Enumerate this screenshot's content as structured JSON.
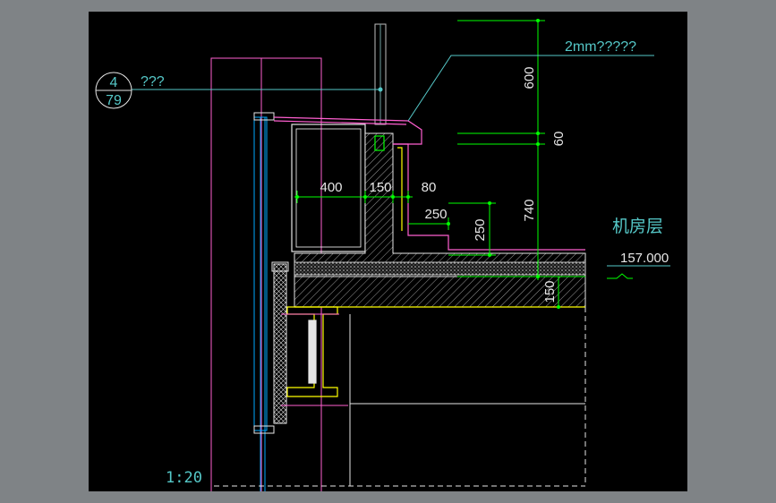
{
  "scale_label": "1:20",
  "detail_callout": {
    "number": "4",
    "sheet": "79",
    "label": "???"
  },
  "membrane_note": "2mm?????",
  "floor_name": "机房层",
  "elevation": "157.000",
  "dimensions": {
    "d600": "600",
    "d60": "60",
    "d740": "740",
    "d400": "400",
    "d150a": "150",
    "d80": "80",
    "d250a": "250",
    "d250b": "250",
    "d150b": "150"
  },
  "colors": {
    "background": "#000000",
    "frame": "#7f8386",
    "dimension": "#00ff00",
    "wall": "#ff5fd0",
    "steel": "#ffff00",
    "text": "#e6e6e6",
    "annotation": "#55c8c8",
    "glass": "#00aaff"
  }
}
